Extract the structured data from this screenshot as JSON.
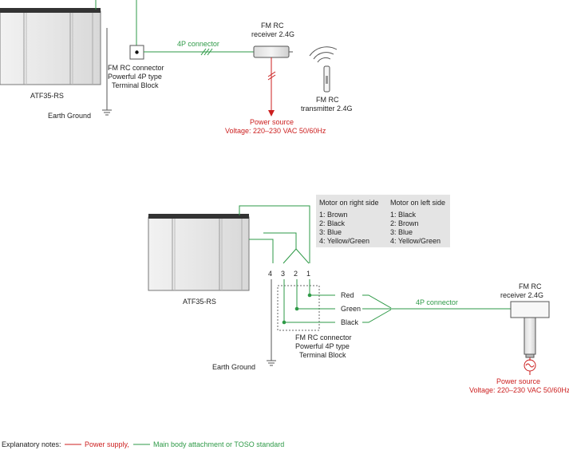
{
  "top": {
    "motor_label": "ATF35-RS",
    "connector_label": [
      "FM RC connector",
      "Powerful 4P type",
      "Terminal Block"
    ],
    "earth_label": "Earth Ground",
    "connector_4p_label": "4P connector",
    "receiver_label": [
      "FM RC",
      "receiver 2.4G"
    ],
    "transmitter_label": [
      "FM RC",
      "transmitter 2.4G"
    ],
    "power_label": [
      "Power source",
      "Voltage: 220–230 VAC 50/60Hz"
    ]
  },
  "bottom": {
    "motor_label": "ATF35-RS",
    "wiring_table": {
      "headers": [
        "Motor on right side",
        "Motor on left side"
      ],
      "rows": [
        [
          "1: Brown",
          "1: Black"
        ],
        [
          "2: Black",
          "2: Brown"
        ],
        [
          "3: Blue",
          "3: Blue"
        ],
        [
          "4: Yellow/Green",
          "4: Yellow/Green"
        ]
      ]
    },
    "terminal_numbers": [
      "4",
      "3",
      "2",
      "1"
    ],
    "wire_labels": [
      "Red",
      "Green",
      "Black"
    ],
    "connector_label": [
      "FM RC connector",
      "Powerful 4P type",
      "Terminal Block"
    ],
    "earth_label": "Earth Ground",
    "connector_4p_label": "4P connector",
    "receiver_label": [
      "FM RC",
      "receiver 2.4G"
    ],
    "power_label": [
      "Power source",
      "Voltage: 220–230 VAC 50/60Hz"
    ]
  },
  "legend": {
    "title": "Explanatory notes:",
    "power_supply": "Power supply,",
    "main_body": "Main body attachment or TOSO standard"
  },
  "colors": {
    "green": "#2e9a47",
    "red": "#cc1f1f",
    "gray": "#555555",
    "table_bg": "#e4e4e4"
  }
}
